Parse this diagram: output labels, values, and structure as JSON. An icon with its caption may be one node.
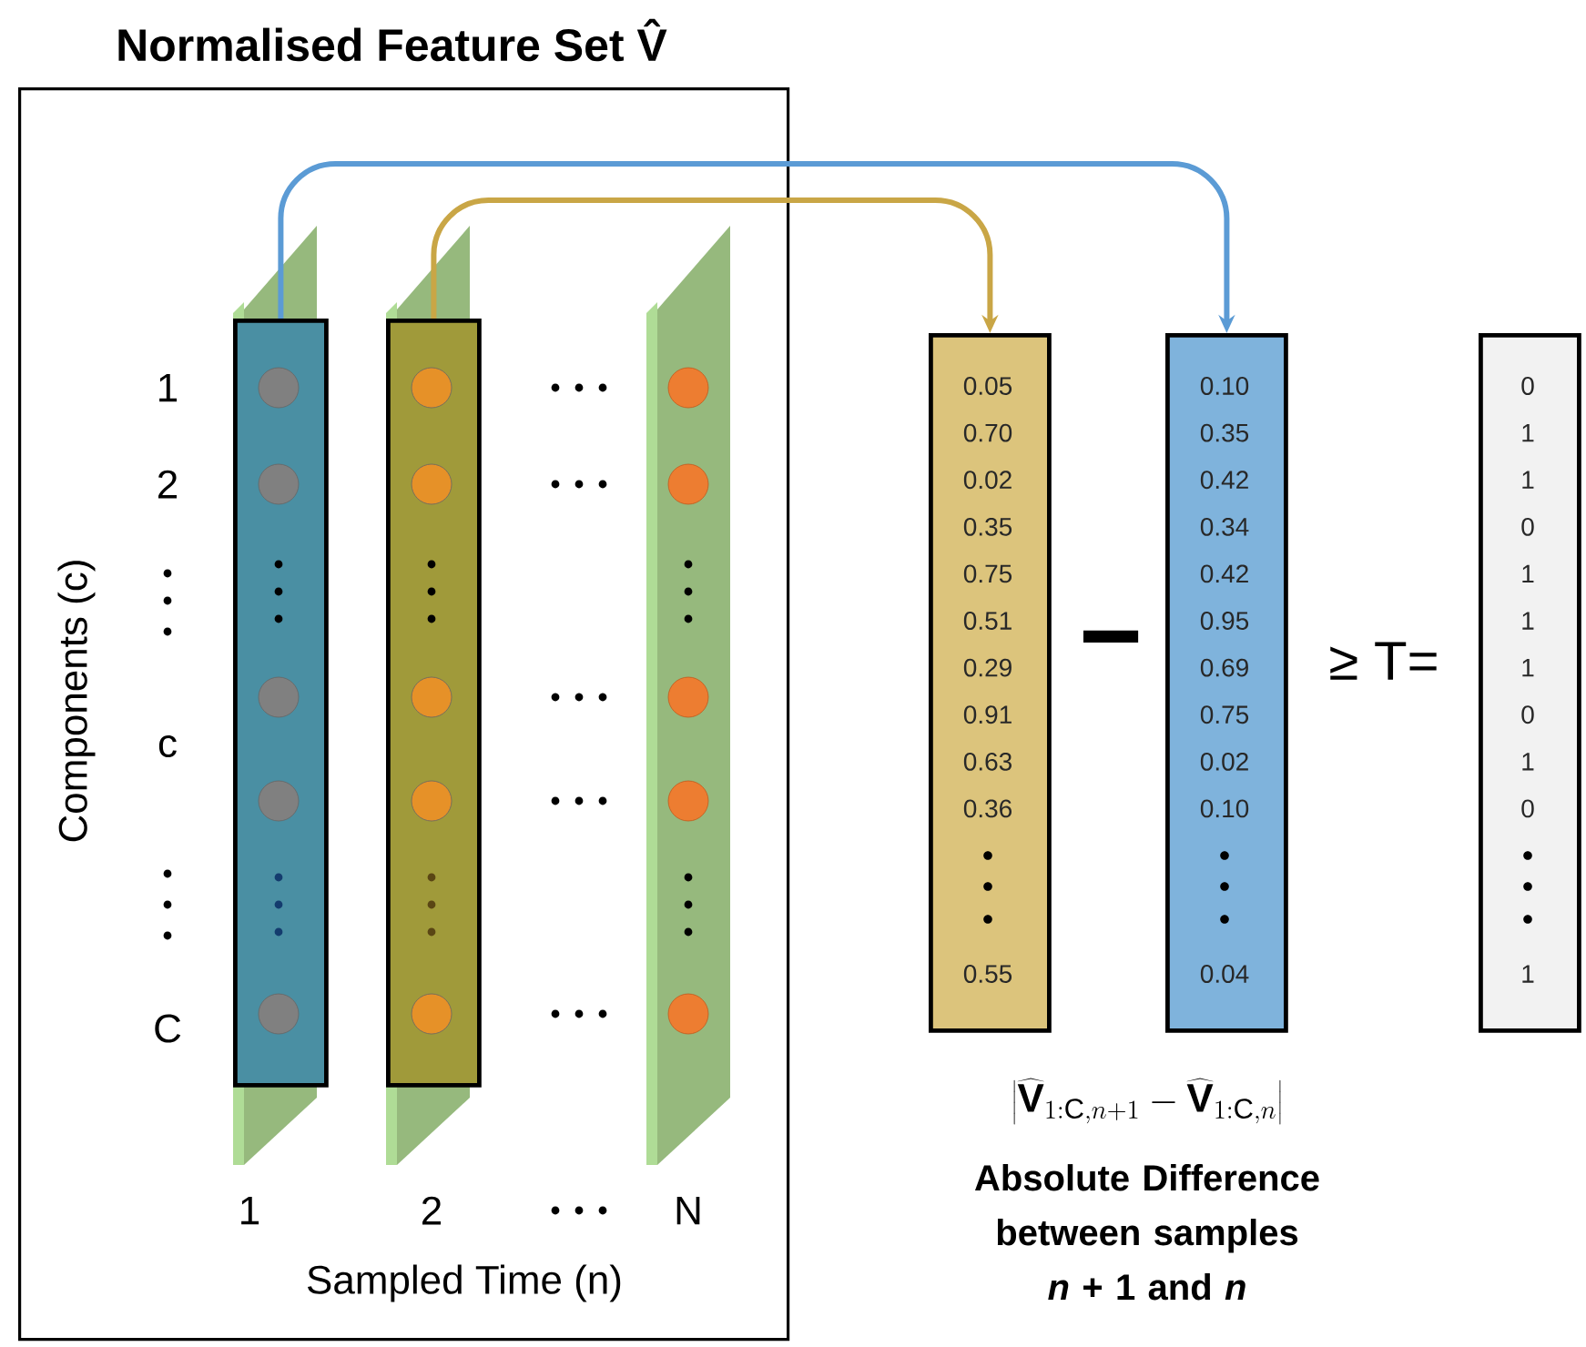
{
  "diagram": {
    "title": "Normalised Feature Set V̂",
    "caption": "Absolute Difference between samples *n* + 1 and *n*",
    "nodes": [
      {
        "text": [],
        "shape": "box"
      },
      {
        "text": [],
        "shape": "bar",
        "in": 0
      },
      {
        "text": [],
        "shape": "bar",
        "in": 0
      },
      {
        "text": [
          "0.05",
          "0.70",
          "0.02",
          "0.35",
          "0.75",
          "0.51",
          "0.29",
          "0.91",
          "0.63",
          "0.36",
          "0.55"
        ]
      },
      {
        "text": [
          "0.10",
          "0.35",
          "0.42",
          "0.34",
          "0.42",
          "0.95",
          "0.69",
          "0.75",
          "0.02",
          "0.10",
          "0.04"
        ]
      },
      {
        "text": [
          "0",
          "1",
          "1",
          "0",
          "1",
          "1",
          "1",
          "0",
          "1",
          "0",
          "1"
        ]
      }
    ],
    "edges": [
      {
        "from": 1,
        "to": 4,
        "arrow": "to",
        "color": "#5b9bd5"
      },
      {
        "from": 2,
        "to": 3,
        "arrow": "to",
        "color": "#c9a646"
      }
    ],
    "labels": [
      "1",
      "2",
      "c",
      "C",
      "Components (c)",
      "1",
      "2",
      "N",
      "Sampled Time (n)",
      "−",
      "≥ T=",
      "\\left|\\widehat{\\mathbf{V}}_{1:\\mathrm{C},n+1}-\\widehat{\\mathbf{V}}_{1:\\mathrm{C},n}\\right|"
    ]
  }
}
